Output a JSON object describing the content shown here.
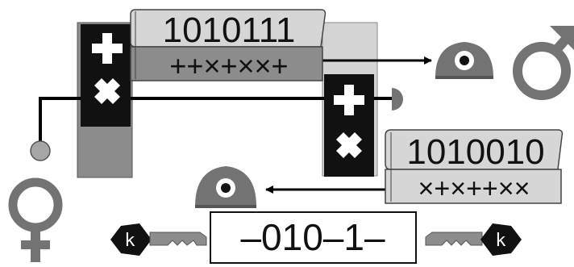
{
  "upper_scroll": {
    "bits": "1010111",
    "bases": "++×+××+"
  },
  "lower_scroll": {
    "bits": "1010010",
    "bases": "×+×++××"
  },
  "shared_key": "–010–1–",
  "key_tag_left": "k",
  "key_tag_right": "k",
  "colors": {
    "panel_gray": "#8c8c8c",
    "panel_light": "#d4d4d4",
    "scroll_fill": "#d6d6d6",
    "black": "#111111",
    "icon_gray": "#737373",
    "line_black": "#000000"
  }
}
